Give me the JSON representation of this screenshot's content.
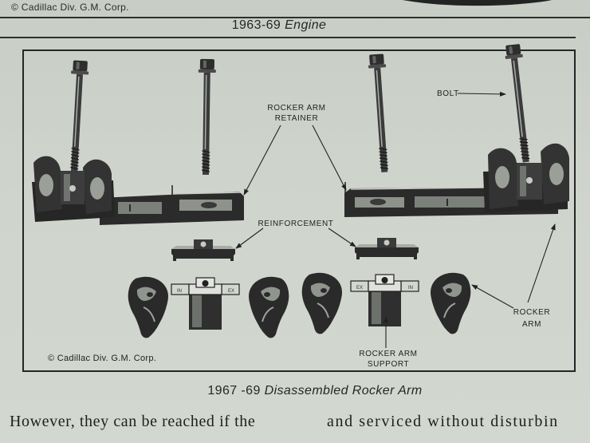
{
  "page": {
    "paper_color": "#cdd3cb",
    "ink_color": "#262626"
  },
  "header": {
    "credit": "© Cadillac Div. G.M. Corp."
  },
  "engine_caption": {
    "years": "1963-69",
    "label": "Engine"
  },
  "diagram": {
    "credit": "© Cadillac Div. G.M. Corp.",
    "labels": {
      "bolt": "BOLT",
      "retainer": [
        "ROCKER ARM",
        "RETAINER"
      ],
      "reinforcement": "REINFORCEMENT",
      "rocker_arm": [
        "ROCKER",
        "ARM"
      ],
      "support": [
        "ROCKER ARM",
        "SUPPORT"
      ]
    },
    "support_marks": {
      "left": [
        "IN",
        "EX"
      ],
      "right": [
        "EX",
        "IN"
      ]
    }
  },
  "figure_caption": {
    "years": "1967 -69",
    "title": "Disassembled Rocker Arm"
  },
  "body_text": {
    "left_column": "However, they can be reached if the",
    "right_column": "and serviced without disturbin"
  }
}
